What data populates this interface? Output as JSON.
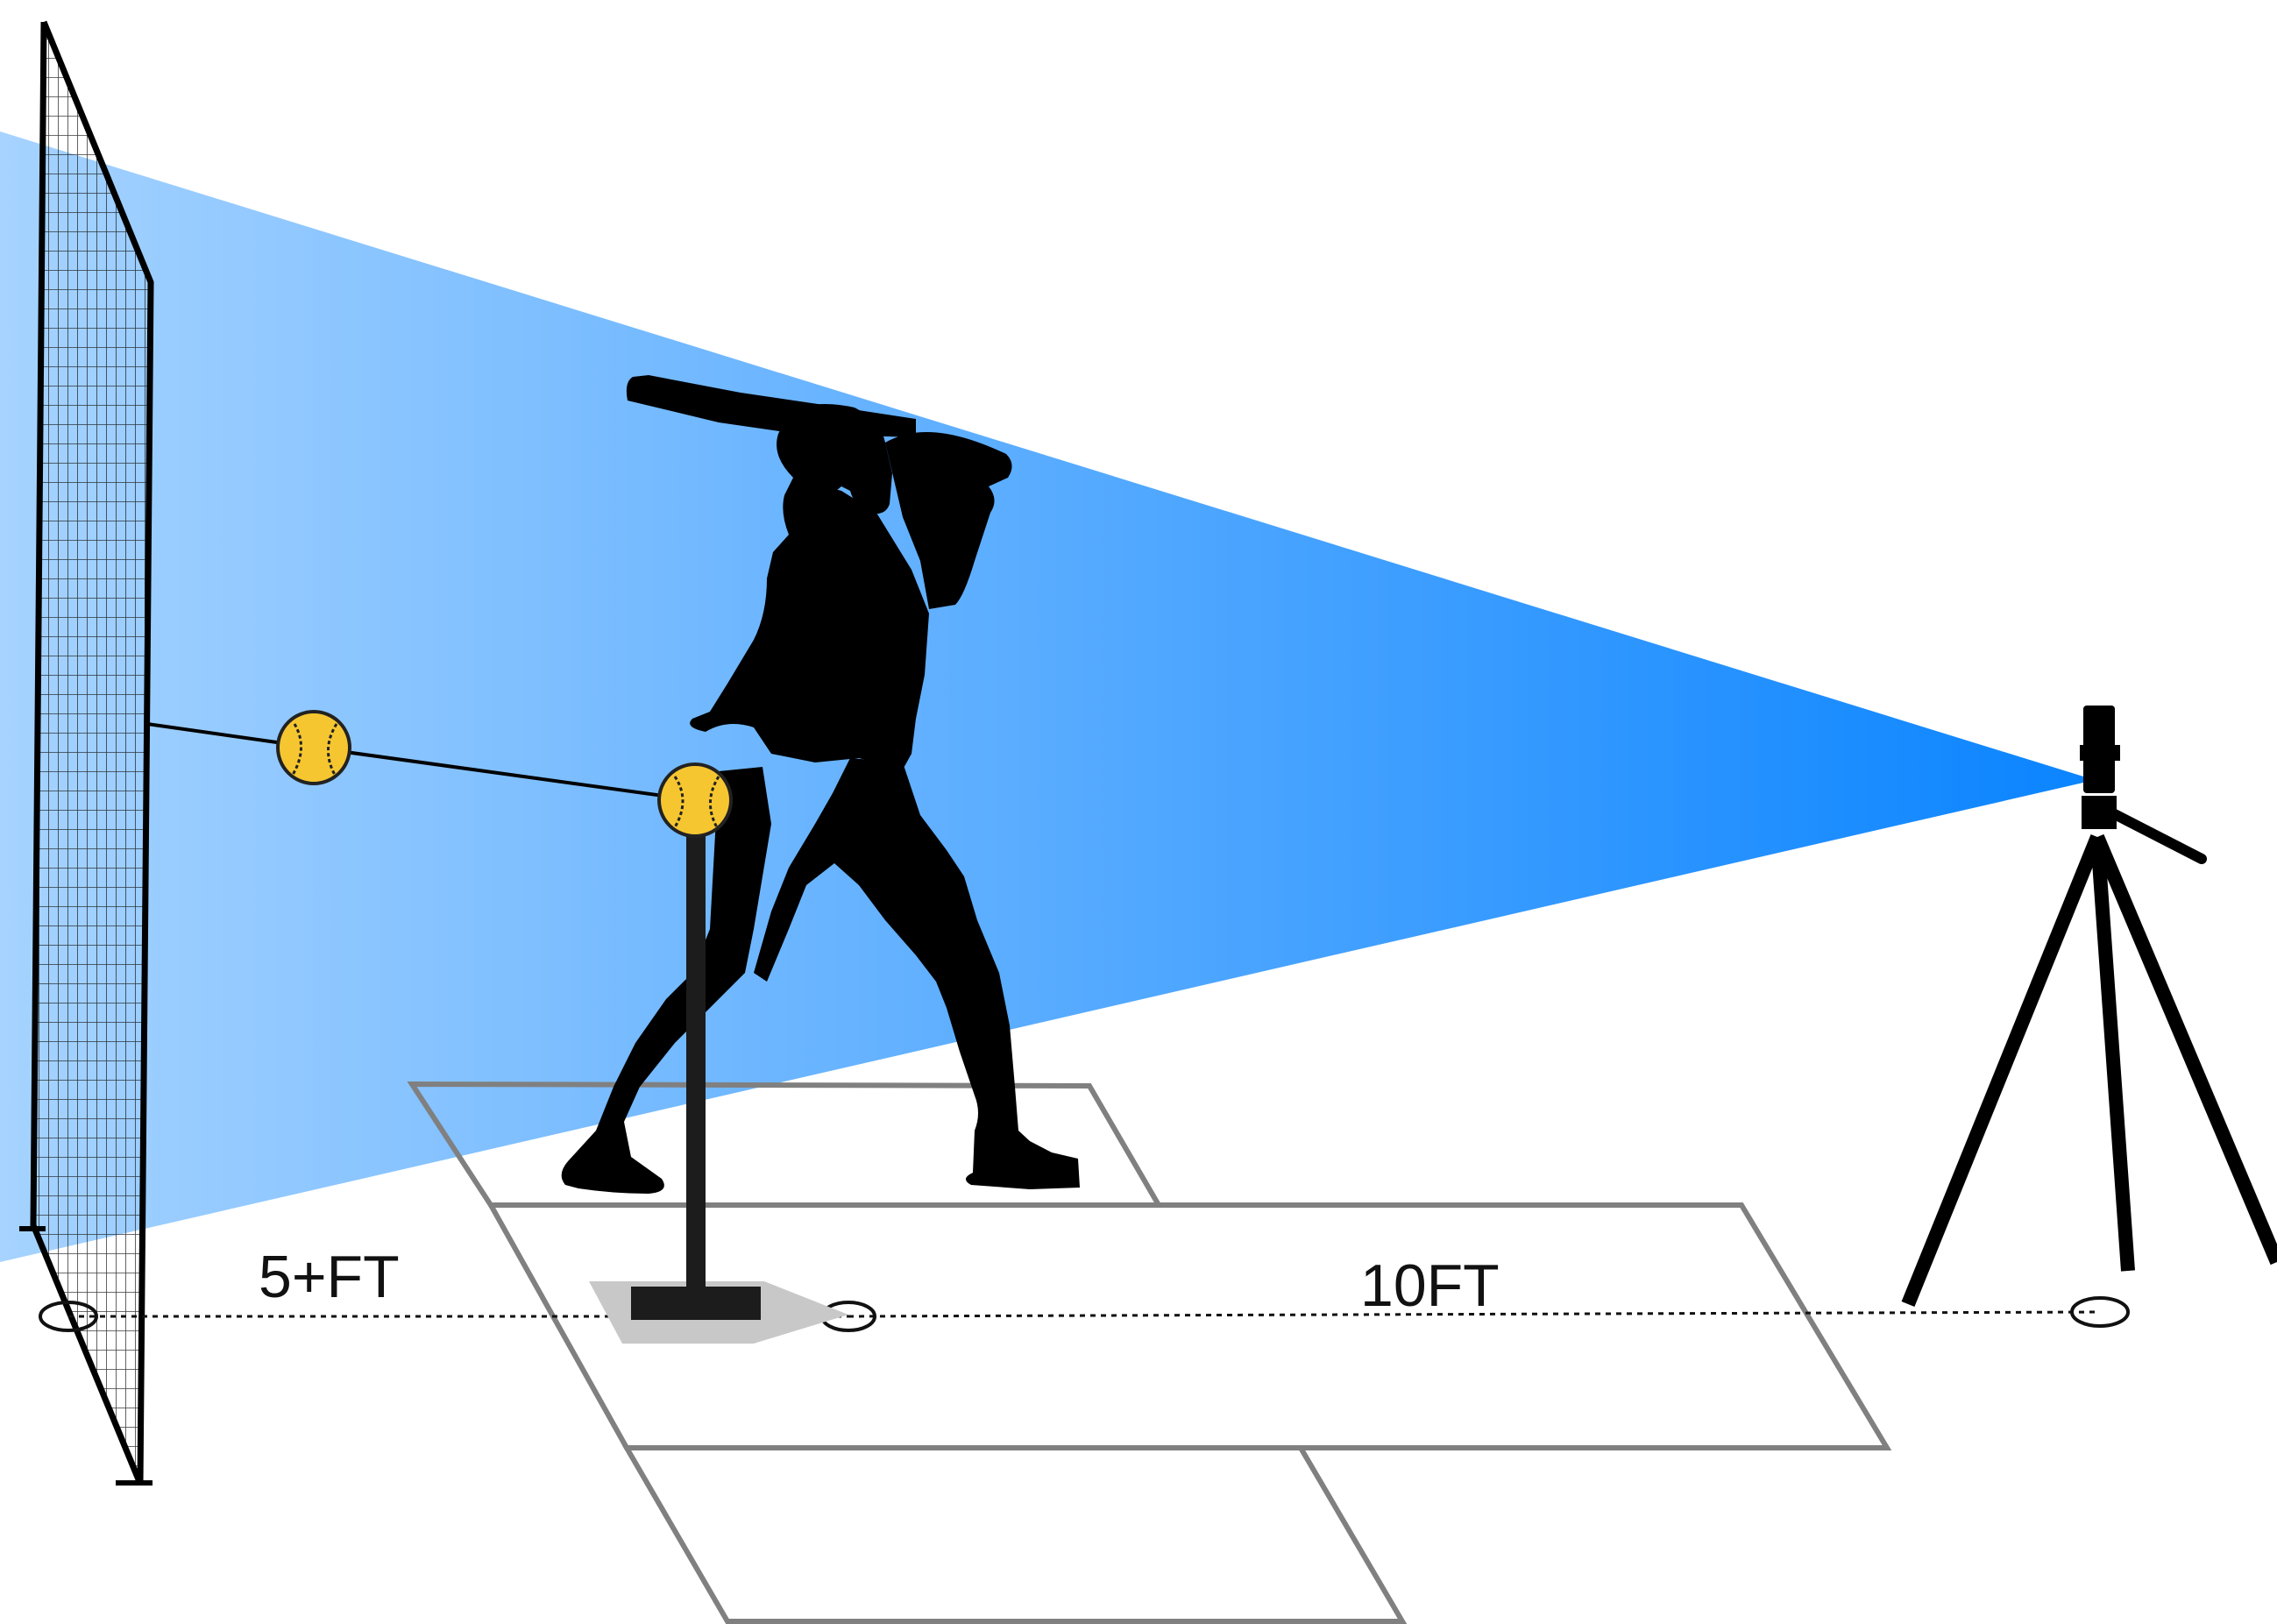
{
  "diagram": {
    "labels": {
      "net_to_tee": "5+FT",
      "tee_to_camera": "10FT"
    },
    "colors": {
      "camera_view_near": "#0A84FF",
      "camera_view_far": "#A6D3FF",
      "silhouette": "#000000",
      "ball_fill": "#F6C631",
      "ball_stitch": "#222222",
      "plate_outline": "#808080",
      "tee_base_shadow": "#C8C8C8"
    },
    "elements": [
      "batting-net",
      "camera-field-of-view",
      "batter-silhouette",
      "batting-tee",
      "softball",
      "home-plate-outline",
      "tripod-with-phone"
    ]
  }
}
